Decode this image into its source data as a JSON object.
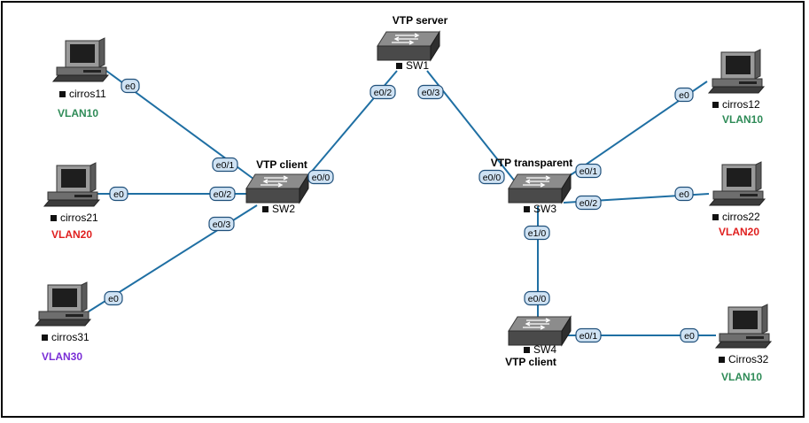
{
  "colors": {
    "link": "#1f6fa3",
    "port_fill": "#cfe2f3",
    "port_stroke": "#1f4f7a",
    "vlan10": "#2e8b57",
    "vlan20": "#e0201f",
    "vlan30": "#7a2ed6"
  },
  "switches": {
    "sw1": {
      "name": "SW1",
      "title": "VTP server"
    },
    "sw2": {
      "name": "SW2",
      "title": "VTP client"
    },
    "sw3": {
      "name": "SW3",
      "title": "VTP transparent"
    },
    "sw4": {
      "name": "SW4",
      "title": "VTP client"
    }
  },
  "hosts": {
    "cirros11": {
      "name": "cirros11",
      "vlan": "VLAN10",
      "vlan_color": "#2e8b57"
    },
    "cirros21": {
      "name": "cirros21",
      "vlan": "VLAN20",
      "vlan_color": "#e0201f"
    },
    "cirros31": {
      "name": "cirros31",
      "vlan": "VLAN30",
      "vlan_color": "#7a2ed6"
    },
    "cirros12": {
      "name": "cirros12",
      "vlan": "VLAN10",
      "vlan_color": "#2e8b57"
    },
    "cirros22": {
      "name": "cirros22",
      "vlan": "VLAN20",
      "vlan_color": "#e0201f"
    },
    "cirros32": {
      "name": "Cirros32",
      "vlan": "VLAN10",
      "vlan_color": "#2e8b57"
    }
  },
  "ports": {
    "c11_e0": "e0",
    "sw2_e01": "e0/1",
    "c21_e0": "e0",
    "sw2_e02": "e0/2",
    "c31_e0": "e0",
    "sw2_e03": "e0/3",
    "sw2_e00": "e0/0",
    "sw1_e02": "e0/2",
    "sw1_e03": "e0/3",
    "sw3_e00": "e0/0",
    "sw3_e01": "e0/1",
    "c12_e0": "e0",
    "sw3_e02": "e0/2",
    "c22_e0": "e0",
    "sw3_e10": "e1/0",
    "sw4_e00": "e0/0",
    "sw4_e01": "e0/1",
    "c32_e0": "e0"
  }
}
